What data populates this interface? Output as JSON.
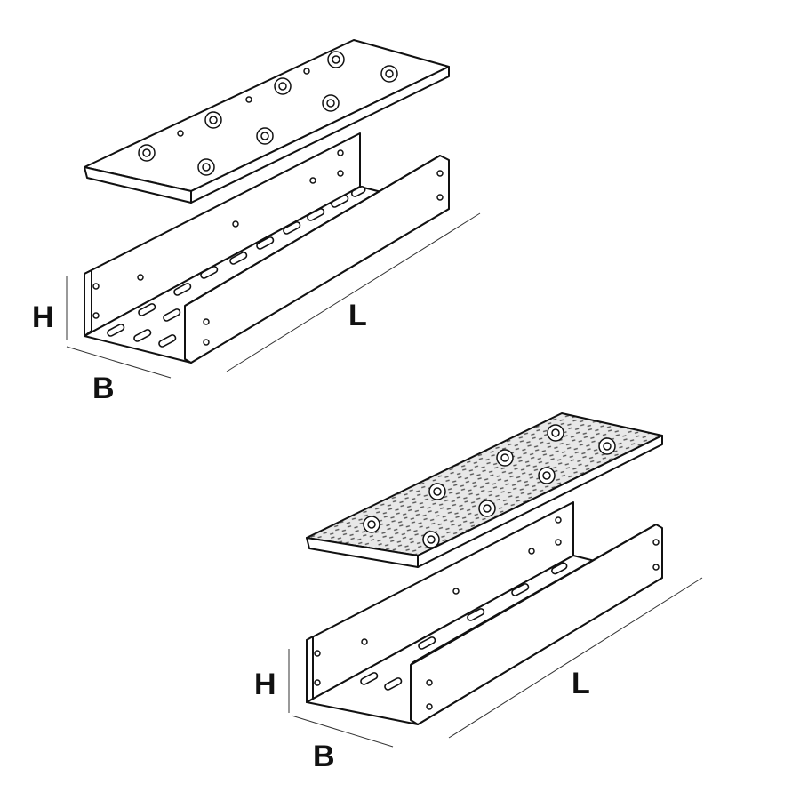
{
  "diagrams": [
    {
      "name": "perforated-cover-cable-tray",
      "labels": {
        "height": "H",
        "width": "B",
        "length": "L"
      }
    },
    {
      "name": "checker-plate-cover-cable-tray",
      "labels": {
        "height": "H",
        "width": "B",
        "length": "L"
      }
    }
  ]
}
